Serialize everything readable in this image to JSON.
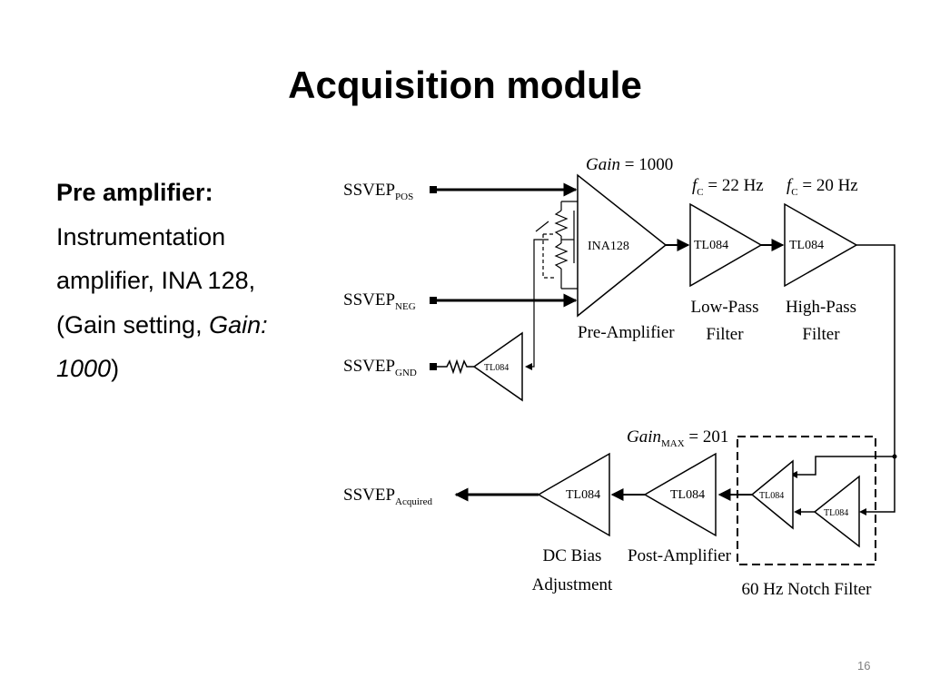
{
  "slide": {
    "title": "Acquisition module",
    "page_number": "16"
  },
  "left_text": {
    "heading": "Pre amplifier:",
    "line1": "Instrumentation",
    "line2": "amplifier, INA 128,",
    "line3_prefix": "(Gain setting, ",
    "line3_italic": "Gain:",
    "line4_italic": "1000",
    "line4_suffix": ")"
  },
  "diagram": {
    "inputs": {
      "pos": {
        "main": "SSVEP",
        "sub": "POS"
      },
      "neg": {
        "main": "SSVEP",
        "sub": "NEG"
      },
      "gnd": {
        "main": "SSVEP",
        "sub": "GND"
      }
    },
    "output": {
      "main": "SSVEP",
      "sub": "Acquired"
    },
    "gain_top": {
      "italic": "Gain",
      "value": " = 1000"
    },
    "gain_max": {
      "italic": "Gain",
      "sub": "MAX",
      "value": " = 201"
    },
    "fc_low": {
      "f": "f",
      "sub": "C",
      "value": " = 22 Hz"
    },
    "fc_high": {
      "f": "f",
      "sub": "C",
      "value": " = 20 Hz"
    },
    "amplifiers": {
      "ina128": "INA128",
      "lowpass": "TL084",
      "highpass": "TL084",
      "ground_buffer": "TL084",
      "notch_left": "TL084",
      "notch_right": "TL084",
      "post_amp": "TL084",
      "dc_bias": "TL084"
    },
    "labels": {
      "pre_amplifier": "Pre-Amplifier",
      "low_pass_1": "Low-Pass",
      "low_pass_2": "Filter",
      "high_pass_1": "High-Pass",
      "high_pass_2": "Filter",
      "post_amplifier": "Post-Amplifier",
      "dc_bias_1": "DC Bias",
      "dc_bias_2": "Adjustment",
      "notch_filter": "60 Hz Notch Filter"
    }
  }
}
